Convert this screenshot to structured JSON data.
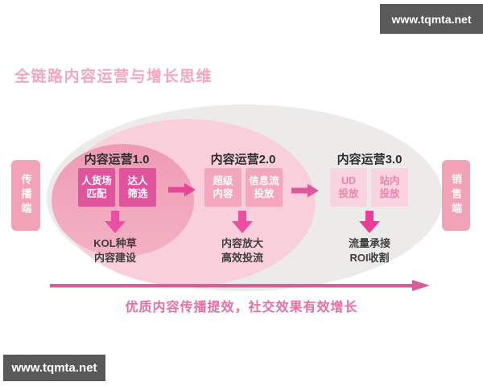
{
  "watermarks": {
    "top_right": "www.tqmta.net",
    "bottom_left": "www.tqmta.net"
  },
  "title": "全链路内容运营与增长思维",
  "side_labels": {
    "left": "传播端",
    "right": "销售端"
  },
  "stages": [
    {
      "label": "内容运营1.0",
      "boxes": [
        {
          "line1": "人货场",
          "line2": "匹配"
        },
        {
          "line1": "达人",
          "line2": "筛选"
        }
      ],
      "note": {
        "line1": "KOL种草",
        "line2": "内容建设"
      }
    },
    {
      "label": "内容运营2.0",
      "boxes": [
        {
          "line1": "超级",
          "line2": "内容"
        },
        {
          "line1": "信息流",
          "line2": "投放"
        }
      ],
      "note": {
        "line1": "内容放大",
        "line2": "高效投流"
      }
    },
    {
      "label": "内容运营3.0",
      "boxes": [
        {
          "line1": "UD",
          "line2": "投放"
        },
        {
          "line1": "站内",
          "line2": "投放"
        }
      ],
      "note": {
        "line1": "流量承接",
        "line2": "ROI收割"
      }
    }
  ],
  "bottom_caption": "优质内容传播提效，社交效果有效增长",
  "colors": {
    "stage1_box": "#e0549d",
    "stage2_box": "#f3a6bd",
    "stage3_box": "#f9d3df",
    "stage3_box_text": "#ec84af",
    "inner_ellipse": "#ee9bb5",
    "middle_ellipse": "#f9cfdb",
    "outer_ellipse": "#edebea",
    "flow_arrow": "#e8459c",
    "down_arrow": "#ee4da6",
    "timeline_arrow": "#d45f9a",
    "title_text": "#f0a8be",
    "caption_text": "#e26fa5",
    "side_tab": "#f2a2b6",
    "watermark_bg": "#595959"
  }
}
